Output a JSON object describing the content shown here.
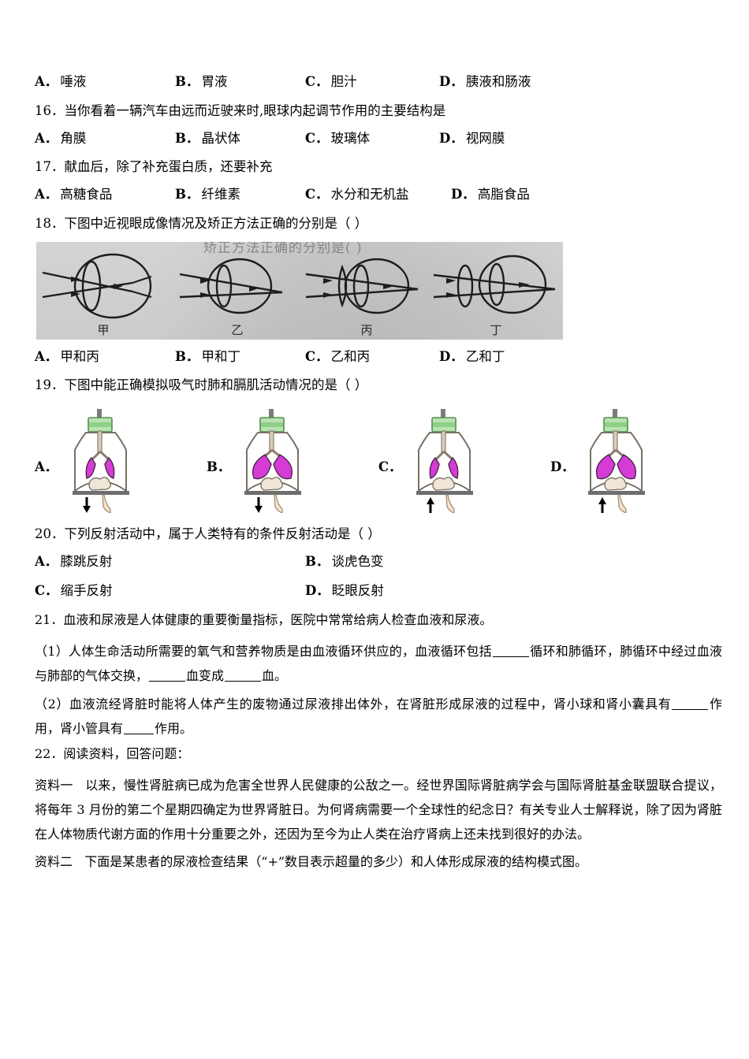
{
  "page": {
    "language": "zh-CN",
    "paper_background": "#ffffff",
    "text_color": "#000000"
  },
  "q15_options": {
    "a": {
      "label": "A．",
      "text": "唾液"
    },
    "b": {
      "label": "B．",
      "text": "胃液"
    },
    "c": {
      "label": "C．",
      "text": "胆汁"
    },
    "d": {
      "label": "D．",
      "text": "胰液和肠液"
    }
  },
  "q16": {
    "stem": "16．当你看着一辆汽车由远而近驶来时,眼球内起调节作用的主要结构是",
    "options": {
      "a": {
        "label": "A．",
        "text": "角膜"
      },
      "b": {
        "label": "B．",
        "text": "晶状体"
      },
      "c": {
        "label": "C．",
        "text": "玻璃体"
      },
      "d": {
        "label": "D．",
        "text": "视网膜"
      }
    }
  },
  "q17": {
    "stem": "17．献血后，除了补充蛋白质，还要补充",
    "options": {
      "a": {
        "label": "A．",
        "text": "高糖食品"
      },
      "b": {
        "label": "B．",
        "text": "纤维素"
      },
      "c": {
        "label": "C．",
        "text": "水分和无机盐"
      },
      "d": {
        "label": "D．",
        "text": "高脂食品"
      }
    }
  },
  "q18": {
    "stem": "18．下图中近视眼成像情况及矫正方法正确的分别是（ ）",
    "figure": {
      "name": "eye-imaging-scan",
      "ghost_text": "矫正方法正确的分别是(    )",
      "background_color": "#c5c5c6",
      "panels": [
        {
          "label": "甲",
          "type": "eye-only",
          "focus": "inside"
        },
        {
          "label": "乙",
          "type": "eye-only",
          "focus": "behind"
        },
        {
          "label": "丙",
          "type": "eye-with-lens",
          "lens": "convex",
          "focus": "behind"
        },
        {
          "label": "丁",
          "type": "eye-with-lens",
          "lens": "concave",
          "focus": "behind"
        }
      ]
    },
    "options": {
      "a": {
        "label": "A．",
        "text": "甲和丙"
      },
      "b": {
        "label": "B．",
        "text": "甲和丁"
      },
      "c": {
        "label": "C．",
        "text": "乙和丙"
      },
      "d": {
        "label": "D．",
        "text": "乙和丁"
      }
    }
  },
  "q19": {
    "stem": "19．下图中能正确模拟吸气时肺和膈肌活动情况的是（      ）",
    "figure": {
      "name": "bell-jar-lung-models",
      "lung_color": "#d63bd6",
      "stopper_color": "#a8dca0",
      "hand_color": "#f7e2c8",
      "panels": [
        {
          "label": "A．",
          "lungs": "deflated",
          "diaphragm_arrow": "down",
          "diaphragm": "domed-up"
        },
        {
          "label": "B．",
          "lungs": "inflated",
          "diaphragm_arrow": "down",
          "diaphragm": "domed-up"
        },
        {
          "label": "C．",
          "lungs": "deflated",
          "diaphragm_arrow": "up",
          "diaphragm": "domed-up"
        },
        {
          "label": "D．",
          "lungs": "inflated",
          "diaphragm_arrow": "up",
          "diaphragm": "domed-up"
        }
      ]
    }
  },
  "q20": {
    "stem": "20．下列反射活动中，属于人类特有的条件反射活动是（  ）",
    "options": {
      "a": {
        "label": "A．",
        "text": "膝跳反射"
      },
      "b": {
        "label": "B．",
        "text": "谈虎色变"
      },
      "c": {
        "label": "C．",
        "text": "缩手反射"
      },
      "d": {
        "label": "D．",
        "text": "眨眼反射"
      }
    }
  },
  "q21": {
    "stem": "21．血液和尿液是人体健康的重要衡量指标，医院中常常给病人检查血液和尿液。",
    "sub1_part1": "（1）人体生命活动所需要的氧气和营养物质是由血液循环供应的，血液循环包括",
    "sub1_part2": "循环和肺循环，肺循环中经过",
    "sub1_part3": "血液与肺部的气体交换，",
    "sub1_part4": "血变成",
    "sub1_part5": "血。",
    "sub2_part1": "（2）血液流经肾脏时能将人体产生的废物通过尿液排出体外，在肾脏形成尿液的过程中，肾小球和肾小囊具有",
    "sub2_part2": "作用，肾小管具有",
    "sub2_part3": "作用。"
  },
  "q22": {
    "stem": "22．阅读资料，回答问题：",
    "material1_label": "资料一",
    "material1_text": "以来，慢性肾脏病已成为危害全世界人民健康的公敌之一。经世界国际肾脏病学会与国际肾脏基金联盟联合提议，将每年 3 月份的第二个星期四确定为世界肾脏日。为何肾病需要一个全球性的纪念日？有关专业人士解释说，除了因为肾脏在人体物质代谢方面的作用十分重要之外，还因为至今为止人类在治疗肾病上还未找到很好的办法。",
    "material2_label": "资料二",
    "material2_text": "下面是某患者的尿液检查结果（“+”数目表示超量的多少）和人体形成尿液的结构模式图。"
  }
}
